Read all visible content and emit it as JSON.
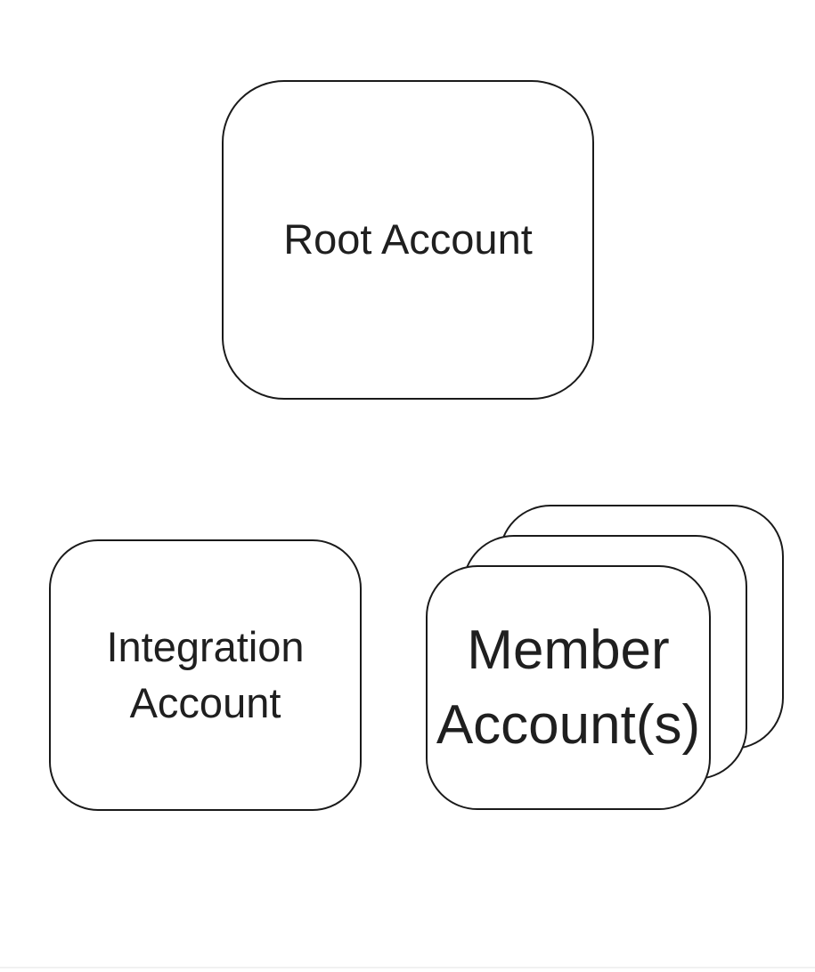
{
  "canvas": {
    "background_color": "#ffffff",
    "stroke_color": "#1a1a1a",
    "text_color": "#1f1f1f",
    "hairline_color": "#f1f1f1"
  },
  "diagram": {
    "type": "account-hierarchy",
    "nodes": [
      {
        "id": "root-account",
        "label": "Root Account",
        "shape": "rounded-rectangle"
      },
      {
        "id": "integration-account",
        "label": "Integration Account",
        "shape": "rounded-rectangle"
      },
      {
        "id": "member-accounts",
        "label": "Member Account(s)",
        "shape": "stacked-rounded-rectangles",
        "stack_count": 3
      }
    ],
    "connectors": []
  }
}
